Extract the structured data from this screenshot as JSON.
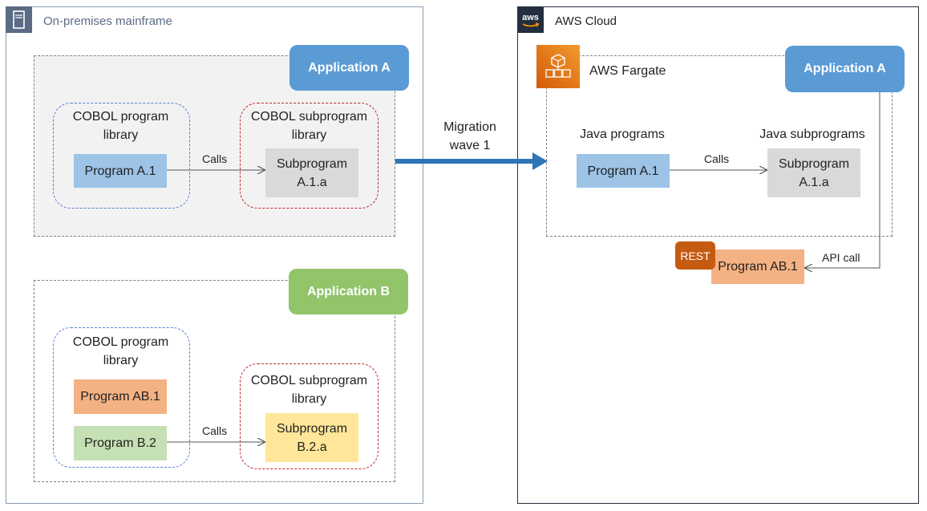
{
  "on_prem": {
    "title": "On-premises mainframe",
    "app_a": {
      "pill": "Application A",
      "lib_main": "COBOL program library",
      "lib_sub": "COBOL subprogram library",
      "program": "Program A.1",
      "subprogram": "Subprogram A.1.a",
      "calls": "Calls"
    },
    "app_b": {
      "pill": "Application B",
      "lib_main": "COBOL program library",
      "lib_sub": "COBOL subprogram library",
      "program_ab": "Program AB.1",
      "program_b": "Program B.2",
      "subprogram": "Subprogram B.2.a",
      "calls": "Calls"
    }
  },
  "migration": {
    "label": "Migration wave 1"
  },
  "aws": {
    "title": "AWS Cloud",
    "logo_text": "aws",
    "fargate_label": "AWS Fargate",
    "app_pill": "Application A",
    "java_programs": "Java programs",
    "java_subprograms": "Java subprograms",
    "program": "Program A.1",
    "subprogram": "Subprogram A.1.a",
    "calls": "Calls",
    "rest_badge": "REST",
    "program_ab": "Program AB.1",
    "api_call": "API call"
  },
  "colors": {
    "app_a": "#5b9bd5",
    "app_b": "#92c46a",
    "arrow": "#2e75b6",
    "fargate": "#e8740c",
    "rest": "#c55a11"
  },
  "icons": {
    "mainframe": "server-icon",
    "aws": "aws-logo-icon",
    "fargate": "fargate-icon"
  }
}
